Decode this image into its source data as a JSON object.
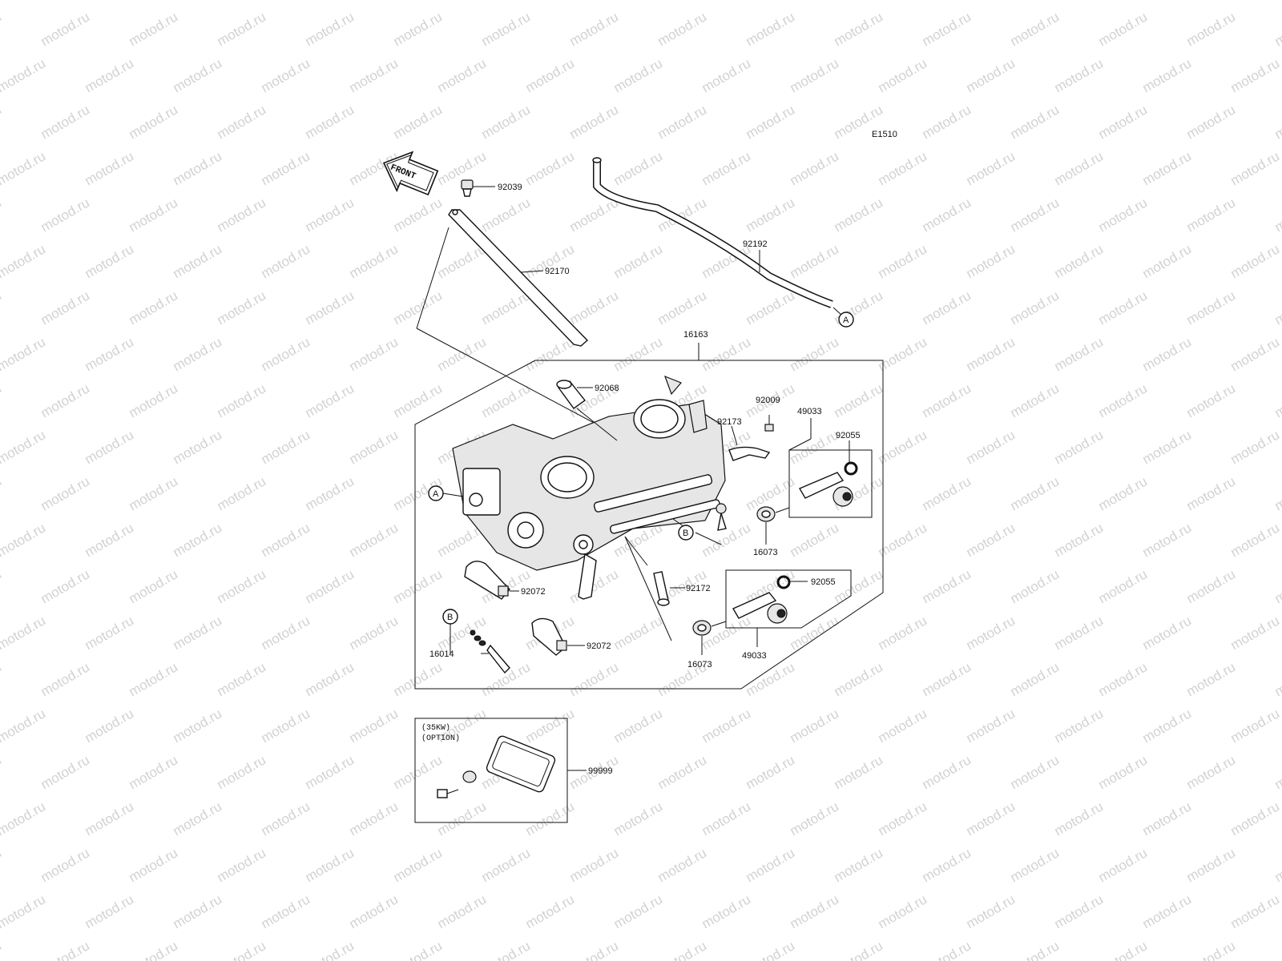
{
  "watermark_text": "motod.ru",
  "diagram_code": "E1510",
  "front_label": "FRONT",
  "callouts": {
    "c92039": "92039",
    "c92170": "92170",
    "c92192": "92192",
    "c16163": "16163",
    "c92068": "92068",
    "c92009": "92009",
    "c92173": "92173",
    "c49033_top": "49033",
    "c92055_top": "92055",
    "c16073_top": "16073",
    "c92172": "92172",
    "c92072_left": "92072",
    "c92072_bottom": "92072",
    "c92055_bottom": "92055",
    "c49033_bottom": "49033",
    "c16073_bottom": "16073",
    "c16014": "16014",
    "c99999": "99999"
  },
  "markers": {
    "a_hose": "A",
    "a_body": "A",
    "b_body": "B",
    "b_kit": "B"
  },
  "option_box": {
    "line1": "(35KW)",
    "line2": "(OPTION)"
  }
}
